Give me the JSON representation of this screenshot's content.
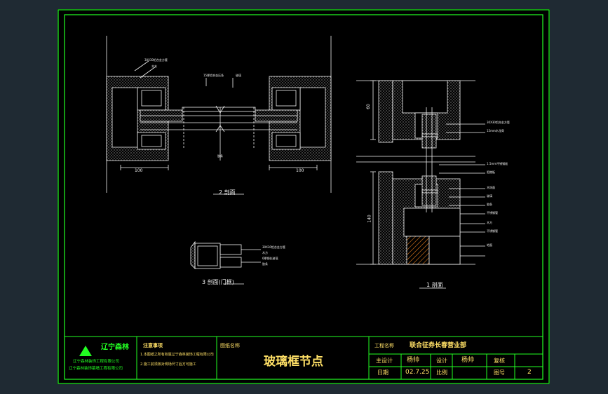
{
  "title_block": {
    "company_name": "辽宁森林",
    "company_line1": "辽宁森林装饰工程有限公司",
    "company_line2": "辽宁森林装饰幕墙工程有限公司",
    "notes_heading": "注意事项",
    "note1": "1.本图纸之所有权属辽宁森林装饰工程有限公司",
    "note2": "2.施工前须核对现场尺寸后方可施工",
    "drawing_name_label": "图纸名称",
    "drawing_name": "玻璃框节点",
    "project_label": "工程名称",
    "project_name": "联合征券长春营业部",
    "designer_label": "主设计",
    "designer_name": "杨帅",
    "design_label": "设计",
    "design_name": "杨帅",
    "review_label": "复核",
    "review_name": "",
    "date_label": "日期",
    "date_value": "02.7.25",
    "scale_label": "比例",
    "scale_value": "",
    "sheet_label": "图号",
    "sheet_value": "2"
  },
  "views": {
    "section2_label": "2 剖面",
    "section3_label": "3 剖面(门框)",
    "section1_label": "1 剖面"
  },
  "dimensions": {
    "left_width": "100",
    "right_width": "100",
    "upper_height": "60",
    "lower_height": "140"
  },
  "annotations": {
    "a1": "30X30铝合金方管",
    "a2": "木方",
    "a3": "15厚铝合金压条",
    "a4": "玻璃",
    "a5": "胶条",
    "a6": "30X30铝合金方管",
    "a7": "木方",
    "a8": "6厚钢化玻璃",
    "a9": "胶条",
    "a10": "30X30铝合金方管",
    "a11": "15mm木龙骨",
    "a12": "1.5mm不锈钢板",
    "a13": "阻燃板",
    "a14": "木饰面",
    "a15": "玻璃",
    "a16": "胶条",
    "a17": "不锈钢管",
    "a18": "木方",
    "a19": "不锈钢管",
    "a20": "地面"
  }
}
